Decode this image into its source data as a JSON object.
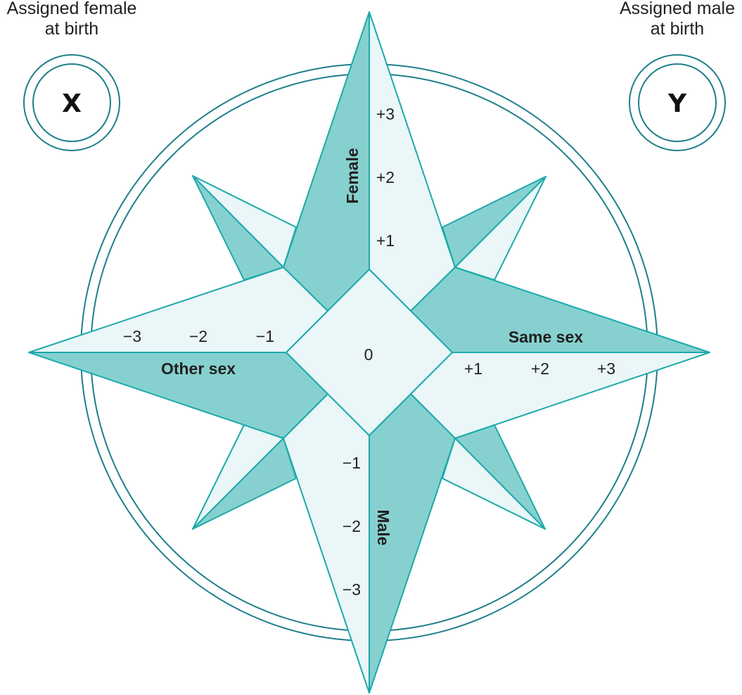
{
  "corner_labels": {
    "left": {
      "line1": "Assigned female",
      "line2": "at birth",
      "chromosome": "X"
    },
    "right": {
      "line1": "Assigned male",
      "line2": "at birth",
      "chromosome": "Y"
    }
  },
  "center": {
    "label": "0"
  },
  "axes": {
    "top": {
      "label": "Female",
      "ticks": [
        "+1",
        "+2",
        "+3"
      ]
    },
    "bottom": {
      "label": "Male",
      "ticks": [
        "−1",
        "−2",
        "−3"
      ]
    },
    "left": {
      "label": "Other sex",
      "ticks": [
        "−1",
        "−2",
        "−3"
      ]
    },
    "right": {
      "label": "Same sex",
      "ticks": [
        "+1",
        "+2",
        "+3"
      ]
    }
  },
  "colors": {
    "dark_fill": "#86d1cf",
    "light_fill": "#eaf6f8",
    "edge": "#1ca9ab",
    "ring": "#1e7f8a"
  }
}
